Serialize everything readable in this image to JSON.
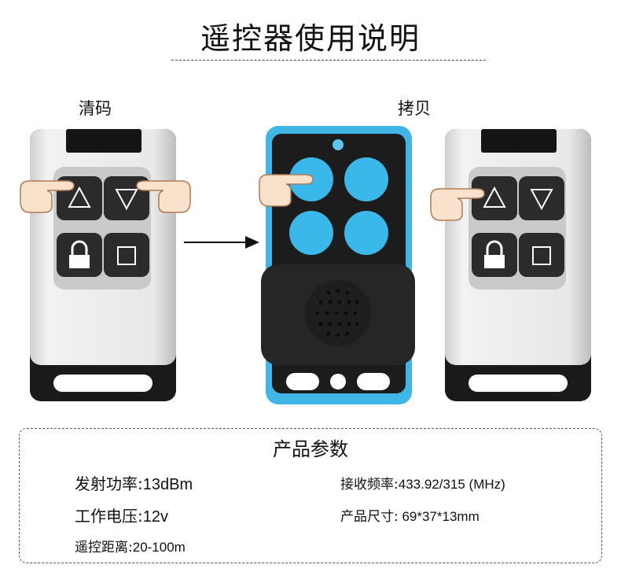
{
  "title": "遥控器使用说明",
  "captions": {
    "clear": "清码",
    "copy": "拷贝"
  },
  "specs": {
    "heading": "产品参数",
    "power_label": "发射功率:",
    "power_value": "13dBm",
    "freq_label": "接收频率:",
    "freq_value": "433.92/315 (MHz)",
    "voltage_label": "工作电压:",
    "voltage_value": "12v",
    "size_label": "产品尺寸:",
    "size_value": " 69*37*13mm",
    "range_label": "遥控距离:",
    "range_value": "20-100m"
  },
  "icons": {
    "button_up": "triangle-up-icon",
    "button_down": "triangle-down-icon",
    "button_lock": "lock-icon",
    "button_stop": "square-icon",
    "hand": "pointing-hand-icon",
    "arrow": "right-arrow-icon"
  },
  "colors": {
    "remote_body": "#e6e6e6",
    "remote_dark": "#1c1c1c",
    "blue_button": "#39b7e8",
    "blue_shell": "#3fb6e6"
  }
}
